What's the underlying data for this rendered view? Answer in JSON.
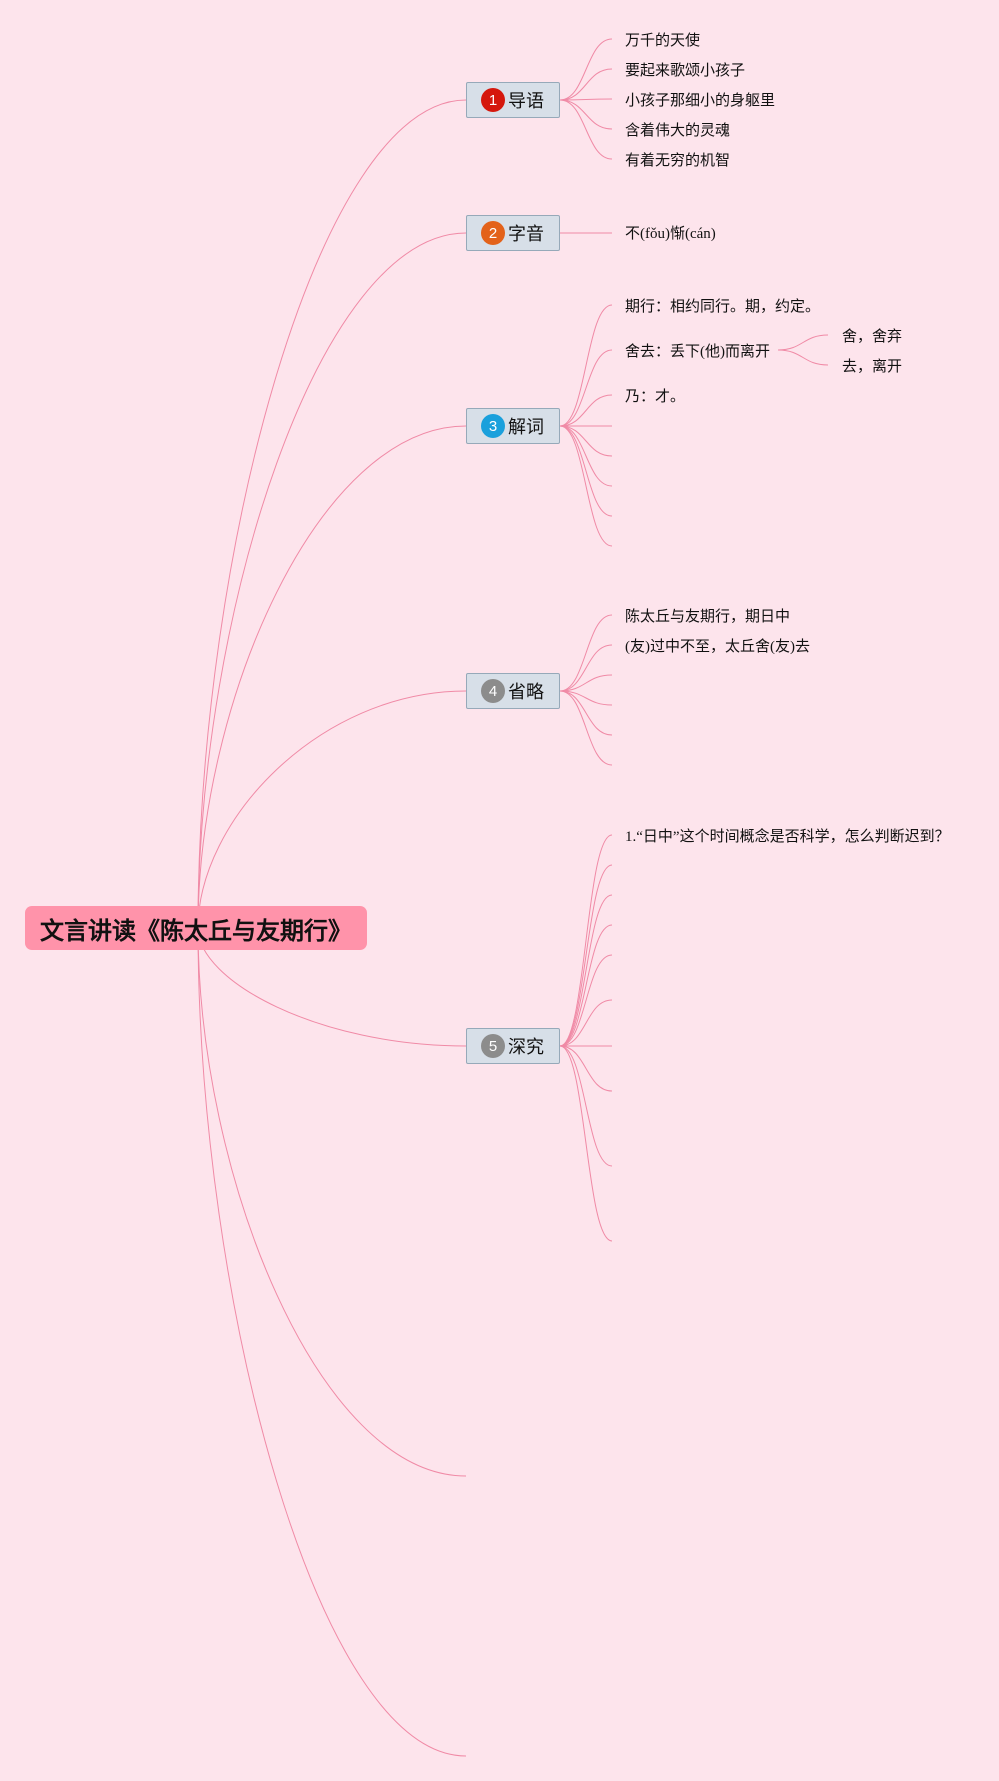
{
  "root": {
    "title": "文言讲读《陈太丘与友期行》"
  },
  "branches": [
    {
      "label": "导语",
      "number": "1",
      "badge_color": "#d5170c"
    },
    {
      "label": "字音",
      "number": "2",
      "badge_color": "#e3621a"
    },
    {
      "label": "解词",
      "number": "3",
      "badge_color": "#1aa0dc"
    },
    {
      "label": "省略",
      "number": "4",
      "badge_color": "#8c8c8c"
    },
    {
      "label": "深究",
      "number": "5",
      "badge_color": "#8c8c8c"
    }
  ],
  "leaves": {
    "intro": [
      "万千的天使",
      "要起来歌颂小孩子",
      "小孩子那细小的身躯里",
      "含着伟大的灵魂",
      "有着无穷的机智"
    ],
    "pronunciation": [
      "不(fǒu)惭(cán)"
    ],
    "vocabulary": [
      "期行：相约同行。期，约定。",
      "舍去：丢下(他)而离开",
      "乃：才。"
    ],
    "vocabulary_sub": [
      "舍，舍弃",
      "去，离开"
    ],
    "omission": [
      "陈太丘与友期行，期日中",
      "(友)过中不至，太丘舍(友)去"
    ],
    "inquiry": [
      "1.“日中”这个时间概念是否科学，怎么判断迟到？"
    ]
  },
  "colors": {
    "background": "#fde4ec",
    "link": "#f08aa6",
    "root_fill": "#ff93aa",
    "branch_fill": "#d7dfe8",
    "branch_border": "#96a9b9"
  }
}
